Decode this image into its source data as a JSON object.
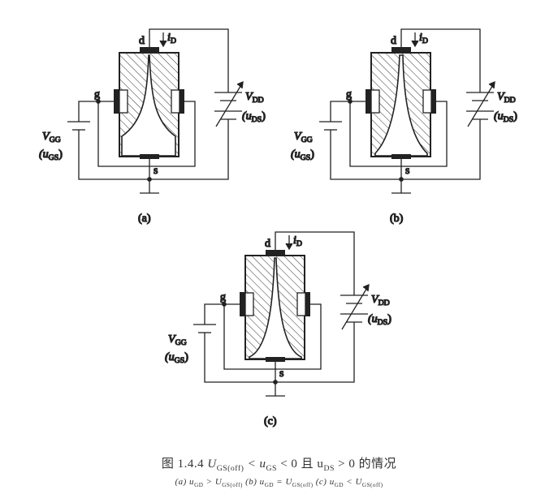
{
  "diagrams": [
    {
      "id": "a",
      "label": "(a)",
      "channel": "a",
      "labels": {
        "d": "d",
        "s": "s",
        "g": "g",
        "iD": "i",
        "iD_sub": "D",
        "VDD": "V",
        "VDD_sub": "DD",
        "uDS": "(u",
        "uDS_sub": "DS",
        "uDS_close": ")",
        "VGG": "V",
        "VGG_sub": "GG",
        "uGS": "(u",
        "uGS_sub": "GS",
        "uGS_close": ")"
      }
    },
    {
      "id": "b",
      "label": "(b)",
      "channel": "b",
      "labels": {
        "d": "d",
        "s": "s",
        "g": "g",
        "iD": "i",
        "iD_sub": "D",
        "VDD": "V",
        "VDD_sub": "DD",
        "uDS": "(u",
        "uDS_sub": "DS",
        "uDS_close": ")",
        "VGG": "V",
        "VGG_sub": "GG",
        "uGS": "(u",
        "uGS_sub": "GS",
        "uGS_close": ")"
      }
    },
    {
      "id": "c",
      "label": "(c)",
      "channel": "c",
      "labels": {
        "d": "d",
        "s": "s",
        "g": "g",
        "iD": "i",
        "iD_sub": "D",
        "VDD": "V",
        "VDD_sub": "DD",
        "uDS": "(u",
        "uDS_sub": "DS",
        "uDS_close": ")",
        "VGG": "V",
        "VGG_sub": "GG",
        "uGS": "(u",
        "uGS_sub": "GS",
        "uGS_close": ")"
      }
    }
  ],
  "caption": {
    "title_prefix": "图 1.4.4  ",
    "title_U": "U",
    "title_U_sub": "GS(off)",
    "title_mid1": " < u",
    "title_mid1_sub": "GS",
    "title_mid2": " < 0 且 u",
    "title_mid2_sub": "DS",
    "title_suffix": " > 0 的情况",
    "sub_a": "(a) u",
    "sub_a_1": "GD",
    "sub_a_2": " > U",
    "sub_a_3": "GS(off)",
    "sub_b": "  (b) u",
    "sub_b_1": "GD",
    "sub_b_2": " = U",
    "sub_b_3": "GS(off)",
    "sub_c": "  (c) u",
    "sub_c_1": "GD",
    "sub_c_2": " < U",
    "sub_c_3": "GS(off)"
  },
  "colors": {
    "line": "#222222",
    "hatch": "#333333",
    "background": "#ffffff"
  }
}
